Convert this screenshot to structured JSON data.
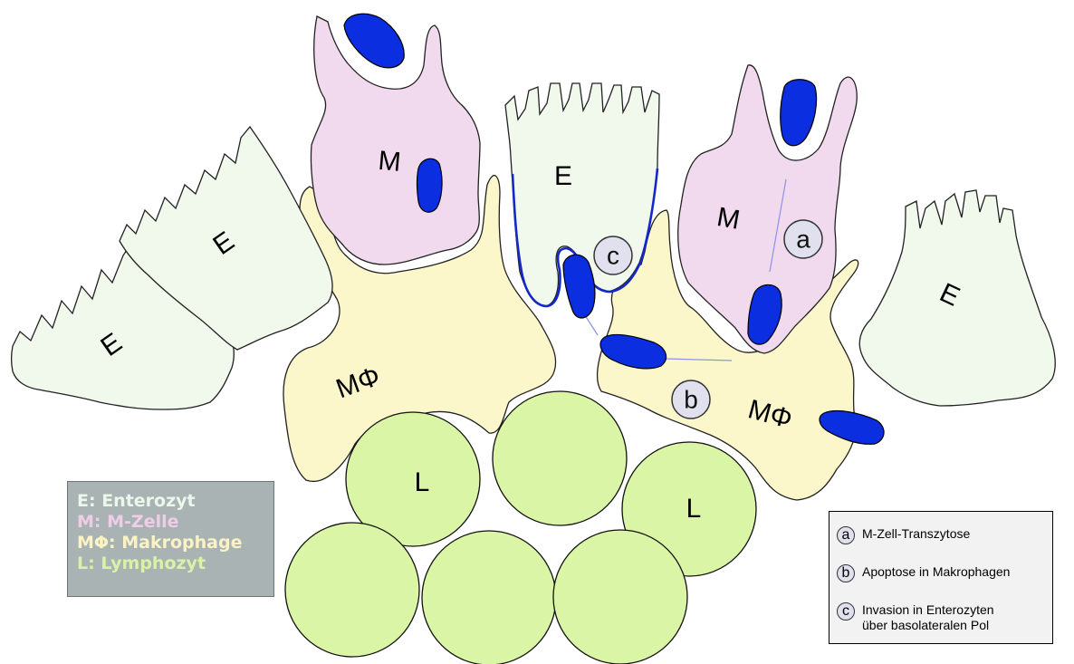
{
  "cells": {
    "enterocyte_label": "E",
    "m_cell_label": "M",
    "macrophage_label": "MΦ",
    "lymphocyte_label": "L"
  },
  "markers": {
    "a": "a",
    "b": "b",
    "c": "c"
  },
  "legend_key": {
    "items": [
      {
        "text": "E: Enterozyt",
        "color": "#eaf7ea"
      },
      {
        "text": "M: M-Zelle",
        "color": "#efcde7"
      },
      {
        "text": "MΦ: Makrophage",
        "color": "#fbf3c4"
      },
      {
        "text": "L: Lymphozyt",
        "color": "#d8f3a6"
      }
    ]
  },
  "legend_processes": {
    "items": [
      {
        "letter": "a",
        "lines": [
          "M-Zell-Transzytose"
        ]
      },
      {
        "letter": "b",
        "lines": [
          "Apoptose in Makrophagen"
        ]
      },
      {
        "letter": "c",
        "lines": [
          "Invasion in Enterozyten",
          "über basolateralen Pol"
        ]
      }
    ]
  },
  "colors": {
    "enterocyte": "#f1f8ec",
    "m_cell": "#f1d9ee",
    "macrophage": "#fbf7cb",
    "lymphocyte": "#dbf5a6",
    "bacterium": "#0a2ee0",
    "marker_fill": "#e0e0ee"
  }
}
